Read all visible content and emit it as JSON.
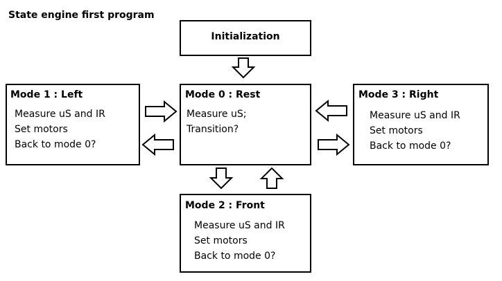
{
  "title": "State engine first program",
  "initialization": {
    "label": "Initialization"
  },
  "mode0": {
    "heading": "Mode 0 : Rest",
    "lines": [
      "Measure uS;",
      "Transition?"
    ]
  },
  "mode1": {
    "heading": "Mode 1 : Left",
    "lines": [
      "Measure uS and IR",
      "Set motors",
      "Back to mode 0?"
    ]
  },
  "mode2": {
    "heading": "Mode 2 : Front",
    "lines": [
      "Measure uS and IR",
      "Set motors",
      "Back to mode 0?"
    ]
  },
  "mode3": {
    "heading": "Mode 3 : Right",
    "lines": [
      "Measure uS and IR",
      "Set motors",
      "Back to mode 0?"
    ]
  }
}
